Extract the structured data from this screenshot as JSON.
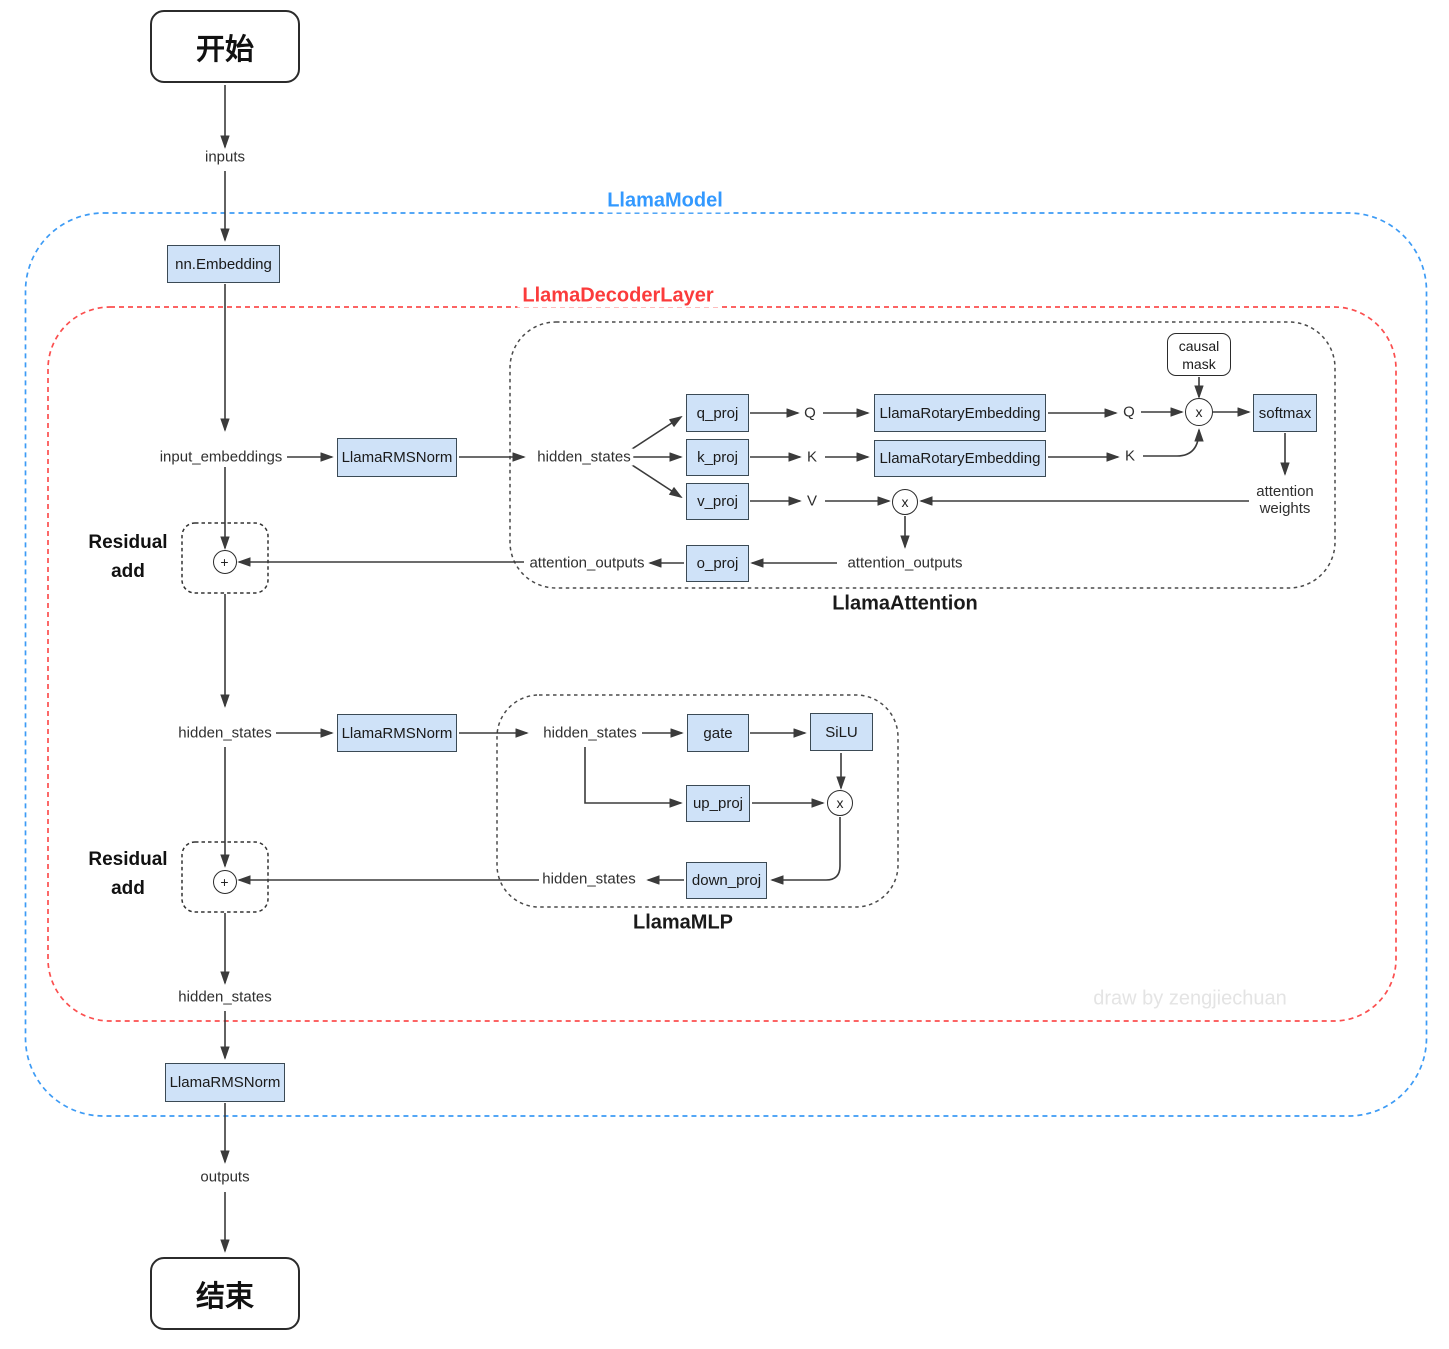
{
  "containers": {
    "model": {
      "label": "LlamaModel"
    },
    "decoder_layer": {
      "label": "LlamaDecoderLayer"
    },
    "attention": {
      "label": "LlamaAttention"
    },
    "mlp": {
      "label": "LlamaMLP"
    }
  },
  "terminals": {
    "start": "开始",
    "end": "结束"
  },
  "boxes": {
    "nn_embedding": "nn.Embedding",
    "rms_norm": "LlamaRMSNorm",
    "q_proj": "q_proj",
    "k_proj": "k_proj",
    "v_proj": "v_proj",
    "o_proj": "o_proj",
    "rotary_embedding": "LlamaRotaryEmbedding",
    "softmax": "softmax",
    "gate": "gate",
    "silu": "SiLU",
    "up_proj": "up_proj",
    "down_proj": "down_proj"
  },
  "flow": {
    "inputs": "inputs",
    "input_embeddings": "input_embeddings",
    "hidden_states": "hidden_states",
    "attention_outputs": "attention_outputs",
    "outputs": "outputs",
    "q": "Q",
    "k": "K",
    "v": "V"
  },
  "multiline": {
    "causal_mask": [
      "causal",
      "mask"
    ],
    "attention_weights": [
      "attention",
      "weights"
    ],
    "residual_add": [
      "Residual",
      "add"
    ]
  },
  "operators": {
    "add": "+",
    "multiply": "x"
  },
  "watermark": "draw by zengjiechuan",
  "colors": {
    "model_border": "#3d9bf5",
    "decoder_border": "#fb4f4f",
    "inner_border": "#4a4a4a",
    "box_fill": "#cfe2f8",
    "box_stroke": "#3b4a55",
    "line": "#3b3b3b"
  }
}
